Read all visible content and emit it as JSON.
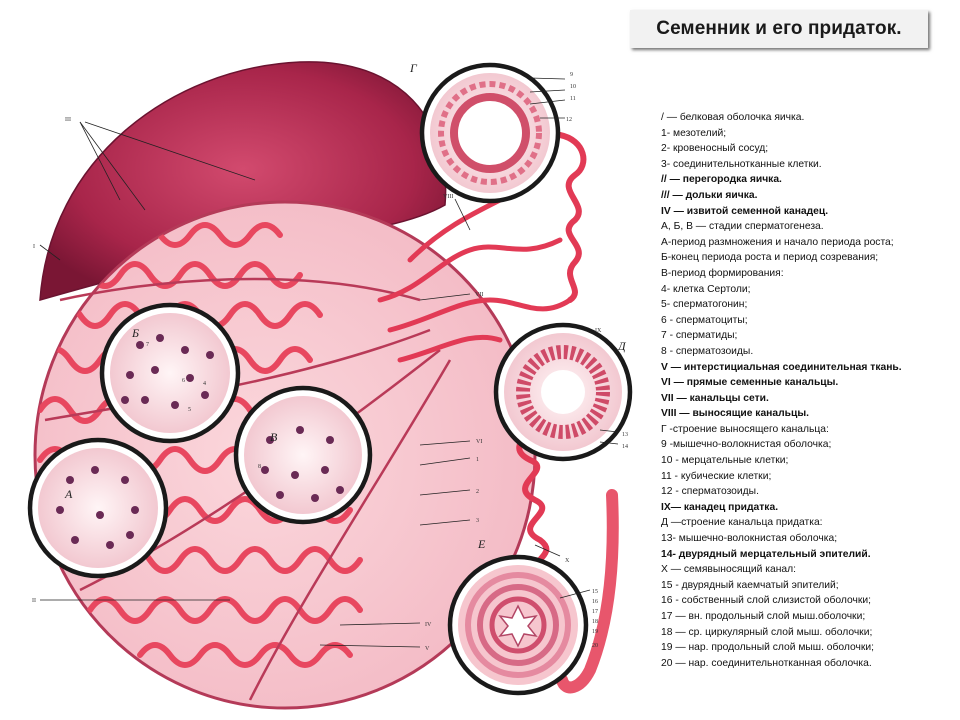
{
  "title": "Семенник и его придаток.",
  "figure": {
    "circle_letters": {
      "g": "Г",
      "b": "Б",
      "v": "В",
      "a": "А",
      "d": "Д",
      "e": "Е"
    },
    "side_labels": {
      "x": "Х",
      "iii": "III",
      "i": "I",
      "ii": "II",
      "iv": "IV",
      "v": "V",
      "vi": "VI",
      "vii": "VII",
      "viii": "VIII",
      "ix": "IX",
      "n1": "1",
      "n2": "2",
      "n3": "3",
      "n4": "4",
      "n5": "5",
      "n6": "6",
      "n7": "7",
      "n8": "8",
      "n9": "9",
      "n10": "10",
      "n11": "11",
      "n12": "12",
      "n13": "13",
      "n14": "14",
      "n15": "15",
      "n16": "16",
      "n17": "17",
      "n18": "18",
      "n19": "19",
      "n20": "20"
    }
  },
  "legend": [
    {
      "text": " / — белковая оболочка яичка.",
      "bold": false
    },
    {
      "text": "1- мезотелий;",
      "bold": false
    },
    {
      "text": "2- кровеносный  сосуд;",
      "bold": false
    },
    {
      "text": "3- соединительнотканные клетки.",
      "bold": false
    },
    {
      "text": "// — перегородка яичка.",
      "bold": true
    },
    {
      "text": "/// — дольки яичка.",
      "bold": true
    },
    {
      "text": "IV    —   извитой семенной канадец.",
      "bold": true
    },
    {
      "text": "А, Б, В   — стадии  сперматогенеза.",
      "bold": false
    },
    {
      "text": "А-период  размножения и начало периода роста;",
      "bold": false
    },
    {
      "text": "Б-конец периода роста  и период созревания;",
      "bold": false
    },
    {
      "text": "В-период   формирования:",
      "bold": false
    },
    {
      "text": "4- клетка   Сертоли;",
      "bold": false
    },
    {
      "text": "5- сперматогонин;",
      "bold": false
    },
    {
      "text": "6 - сперматоциты;",
      "bold": false
    },
    {
      "text": "7 - сперматиды;",
      "bold": false
    },
    {
      "text": "8 - сперматозоиды.",
      "bold": false
    },
    {
      "text": "V — интерстициальная соединительная ткань.",
      "bold": true
    },
    {
      "text": "VI — прямые семенные канальцы.",
      "bold": true
    },
    {
      "text": "VII — канальцы сети.",
      "bold": true
    },
    {
      "text": "VIII — выносящие канальцы.",
      "bold": true
    },
    {
      "text": "Г -строение выносящего канальца:",
      "bold": false
    },
    {
      "text": "9 -мышечно-волокнистая оболочка;",
      "bold": false
    },
    {
      "text": "10 - мерцательные клетки;",
      "bold": false
    },
    {
      "text": "11 - кубические клетки;",
      "bold": false
    },
    {
      "text": "12 - сперматозоиды.",
      "bold": false
    },
    {
      "text": "IX— канадец придатка.",
      "bold": true
    },
    {
      "text": " Д —строение канальца придатка:",
      "bold": false
    },
    {
      "text": "13-  мышечно-волокнистая   оболочка;",
      "bold": false
    },
    {
      "text": "14- двурядный мерцательный  эпителий.",
      "bold": true
    },
    {
      "text": "Х — семявыносящий канал:",
      "bold": false
    },
    {
      "text": "15 - двурядный каемчатый эпителий;",
      "bold": false
    },
    {
      "text": "16 - собственный слой слизистой оболочки;",
      "bold": false
    },
    {
      "text": "17 — вн. продольный слой мыш.оболочки;",
      "bold": false
    },
    {
      "text": "18 — ср. циркулярный слой мыш. оболочки;",
      "bold": false
    },
    {
      "text": "19 — нар. продольный слой мыш. оболочки;",
      "bold": false
    },
    {
      "text": "20 — нар. соединительнотканная оболочка.",
      "bold": false
    }
  ]
}
